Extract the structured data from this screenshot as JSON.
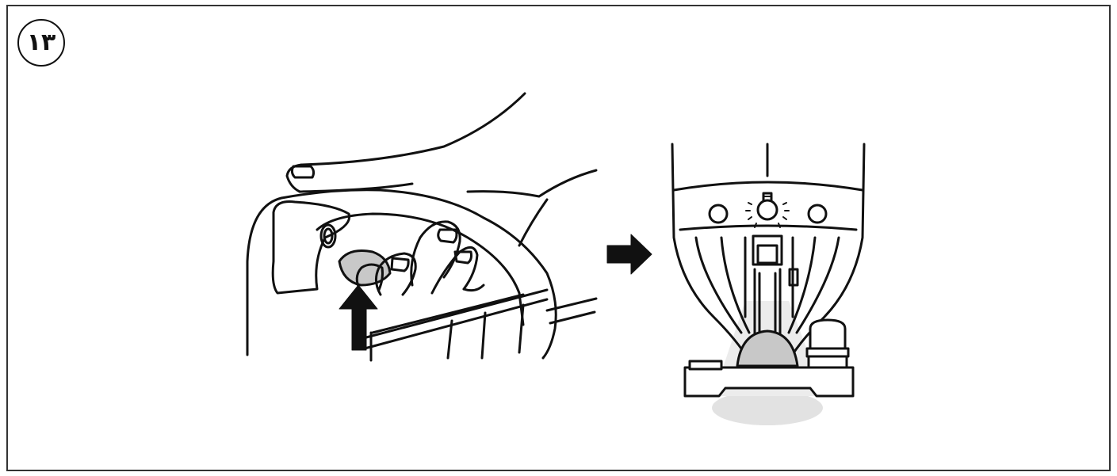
{
  "step": {
    "number": "۱۳"
  },
  "colors": {
    "line": "#111111",
    "shade": "#c8c8c8",
    "glow": "#e2e2e2",
    "background": "#ffffff"
  },
  "icons": {
    "left_panel": "hand-lifting-cover-illustration",
    "arrow_up": "arrow-up-icon",
    "arrow_right": "arrow-right-icon",
    "right_panel": "lamp-light-unit-illustration"
  }
}
